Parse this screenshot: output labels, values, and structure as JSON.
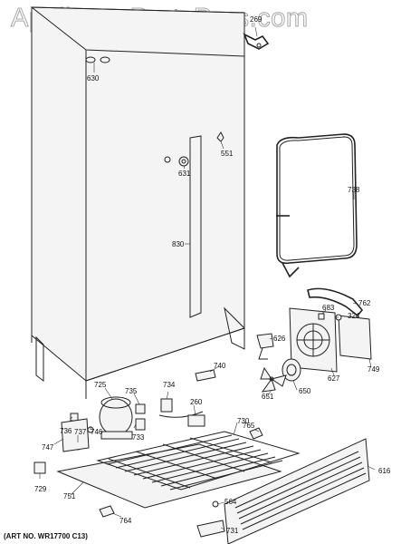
{
  "watermark": "AppliancePartsPros.com",
  "caption": "(ART NO. WR17700 C13)",
  "parts": {
    "p269": "269",
    "p630": "630",
    "p551": "551",
    "p631": "631",
    "p738": "738",
    "p830": "830",
    "p762": "762",
    "p683": "683",
    "p324": "324",
    "p626": "626",
    "p749": "749",
    "p627": "627",
    "p740": "740",
    "p725": "725",
    "p735": "735",
    "p734": "734",
    "p260": "260",
    "p651": "651",
    "p650": "650",
    "p730": "730",
    "p765": "765",
    "p736": "736",
    "p737": "737",
    "p733": "733",
    "p746": "746",
    "p747": "747",
    "p729": "729",
    "p751": "751",
    "p564": "564",
    "p616": "616",
    "p764": "764",
    "p731": "731"
  }
}
